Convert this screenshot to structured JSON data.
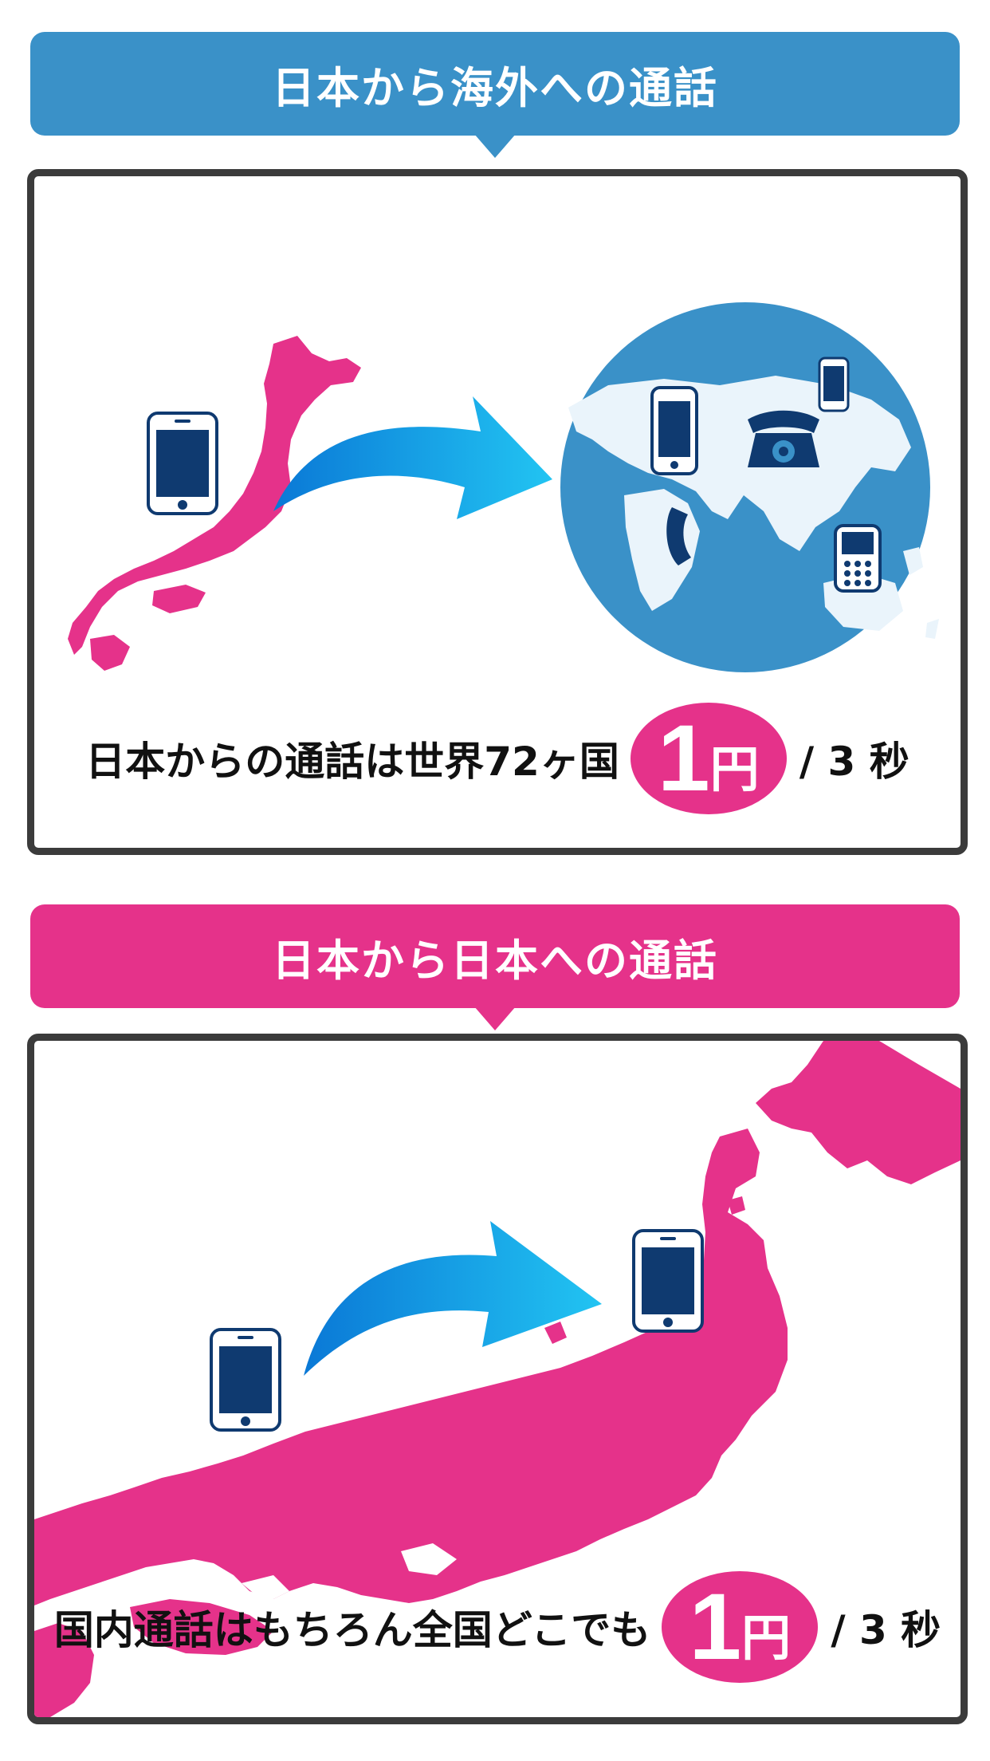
{
  "sections": [
    {
      "header": "日本から海外への通話",
      "caption": "日本からの通話は世界72ヶ国",
      "price_number": "1",
      "price_unit": "円",
      "per": "/ 3 秒"
    },
    {
      "header": "日本から日本への通話",
      "caption": "国内通話はもちろん全国どこでも",
      "price_number": "1",
      "price_unit": "円",
      "per": "/ 3 秒"
    }
  ],
  "colors": {
    "blue": "#3a91c8",
    "pink": "#e5328a",
    "phone_navy": "#0f3a70",
    "arrow_blue": "#1aa3e6"
  }
}
